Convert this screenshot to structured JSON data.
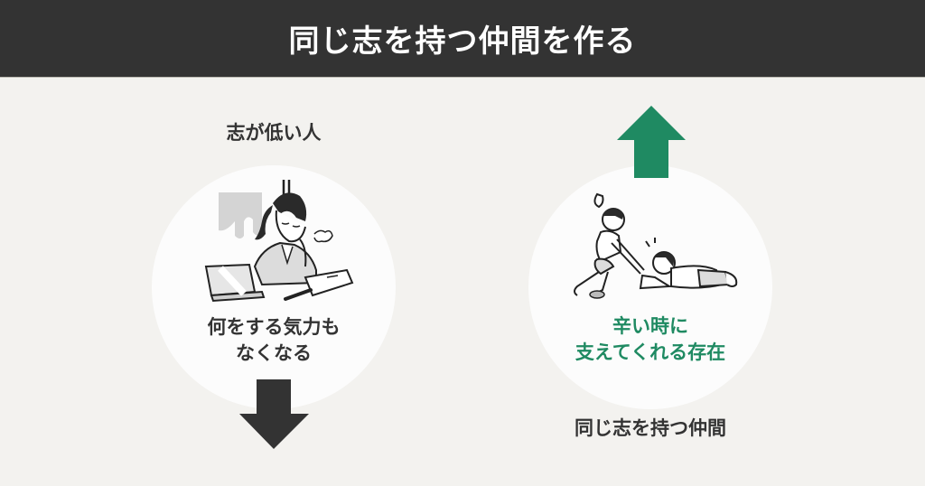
{
  "header": {
    "title": "同じ志を持つ仲間を作る"
  },
  "left": {
    "label": "志が低い人",
    "caption_line1": "何をする気力も",
    "caption_line2": "なくなる",
    "arrow": "arrow-down",
    "arrow_color": "#333333",
    "illustration": "tired-woman-at-desk"
  },
  "right": {
    "label": "同じ志を持つ仲間",
    "caption_line1": "辛い時に",
    "caption_line2": "支えてくれる存在",
    "arrow": "arrow-up",
    "arrow_color": "#1f8a62",
    "illustration": "person-helping-fallen-person"
  },
  "colors": {
    "header_bg": "#333333",
    "background": "#f3f2ef",
    "circle": "#fcfcfc",
    "accent_green": "#1f8a62",
    "text": "#333333"
  }
}
